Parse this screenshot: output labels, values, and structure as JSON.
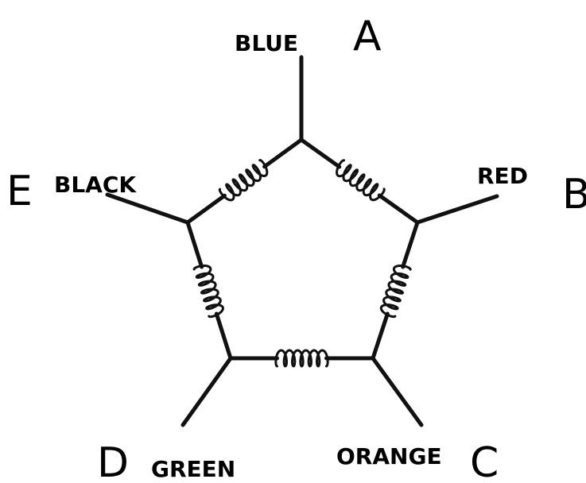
{
  "terminals": [
    {
      "letter": "A",
      "color": "BLUE"
    },
    {
      "letter": "B",
      "color": "RED"
    },
    {
      "letter": "C",
      "color": "ORANGE"
    },
    {
      "letter": "D",
      "color": "GREEN"
    },
    {
      "letter": "E",
      "color": "BLACK"
    }
  ],
  "colors": {
    "line": "#111111",
    "text": "#000000",
    "background": "#ffffff"
  }
}
